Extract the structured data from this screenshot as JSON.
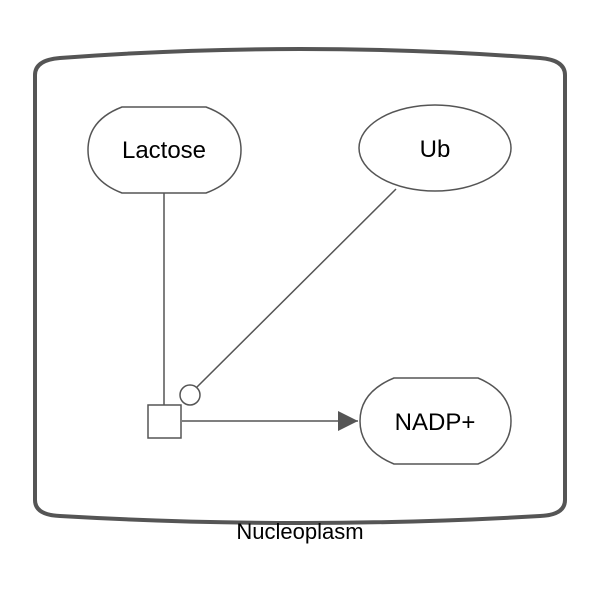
{
  "compartment": {
    "label": "Nucleoplasm"
  },
  "nodes": {
    "lactose": {
      "label": "Lactose"
    },
    "ub": {
      "label": "Ub"
    },
    "nadp": {
      "label": "NADP+"
    }
  },
  "colors": {
    "stroke": "#555555",
    "text": "#000000",
    "background": "#ffffff"
  }
}
